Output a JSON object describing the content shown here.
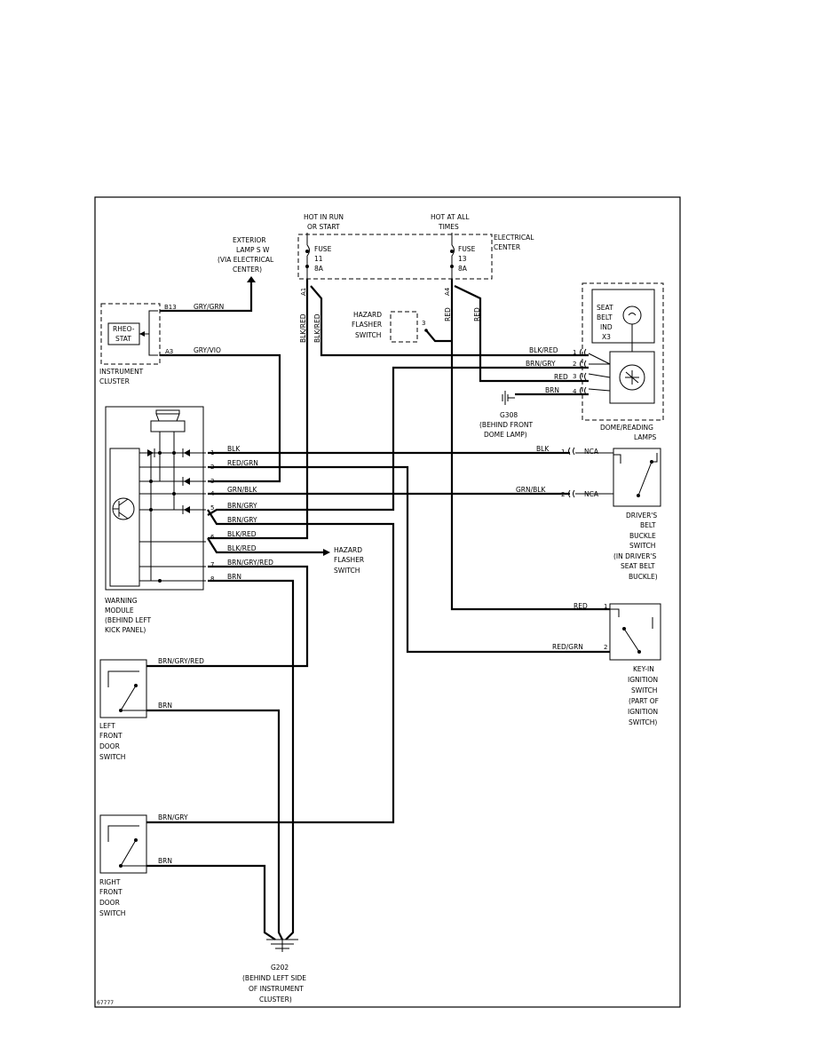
{
  "labels": {
    "hot_in_run_1": "HOT IN RUN",
    "hot_in_run_2": "OR START",
    "hot_at_all_1": "HOT AT ALL",
    "hot_at_all_2": "TIMES",
    "elec_center_1": "ELECTRICAL",
    "elec_center_2": "CENTER",
    "fuse11": [
      "FUSE",
      "11",
      "8A"
    ],
    "fuse13": [
      "FUSE",
      "13",
      "8A"
    ],
    "pin_a1": "A1",
    "pin_a4": "A4",
    "exterior_lamp": [
      "EXTERIOR",
      "LAMP S W",
      "(VIA ELECTRICAL",
      "CENTER)"
    ],
    "rheostat": [
      "RHEO-",
      "STAT"
    ],
    "instrument_cluster": [
      "INSTRUMENT",
      "CLUSTER"
    ],
    "pin_b13": "B13",
    "pin_a3": "A3",
    "hazard_switch": [
      "HAZARD",
      "FLASHER",
      "SWITCH"
    ],
    "pin_3": "3",
    "seat_belt_ind": [
      "SEAT",
      "BELT",
      "IND",
      "X3"
    ],
    "dome_lamps": [
      "DOME/READING",
      "LAMPS"
    ],
    "g308": [
      "G308",
      "(BEHIND FRONT",
      "DOME LAMP)"
    ],
    "warning_module": [
      "WARNING",
      "MODULE",
      "(BEHIND LEFT",
      "KICK PANEL)"
    ],
    "hazard_flasher_2": [
      "HAZARD",
      "FLASHER",
      "SWITCH"
    ],
    "nca": "NCA",
    "drivers_belt": [
      "DRIVER'S",
      "BELT",
      "BUCKLE",
      "SWITCH",
      "(IN DRIVER'S",
      "SEAT BELT",
      "BUCKLE)"
    ],
    "keyin_switch": [
      "KEY-IN",
      "IGNITION",
      "SWITCH",
      "(PART OF",
      "IGNITION",
      "SWITCH)"
    ],
    "left_door": [
      "LEFT",
      "FRONT",
      "DOOR",
      "SWITCH"
    ],
    "right_door": [
      "RIGHT",
      "FRONT",
      "DOOR",
      "SWITCH"
    ],
    "g202": [
      "G202",
      "(BEHIND LEFT SIDE",
      "OF INSTRUMENT",
      "CLUSTER)"
    ],
    "figure_number": "67777"
  },
  "wires": {
    "gry_grn": "GRY/GRN",
    "gry_vio": "GRY/VIO",
    "blk_red": "BLK/RED",
    "red": "RED",
    "blk": "BLK",
    "red_grn": "RED/GRN",
    "grn_blk": "GRN/BLK",
    "brn_gry": "BRN/GRY",
    "brn_gry_red": "BRN/GRY/RED",
    "brn": "BRN"
  },
  "module_pins": [
    "1",
    "2",
    "3",
    "4",
    "5",
    "6",
    "7",
    "8"
  ],
  "dome_pins": [
    "1",
    "2",
    "3",
    "4"
  ],
  "two_pins": [
    "1",
    "2"
  ]
}
